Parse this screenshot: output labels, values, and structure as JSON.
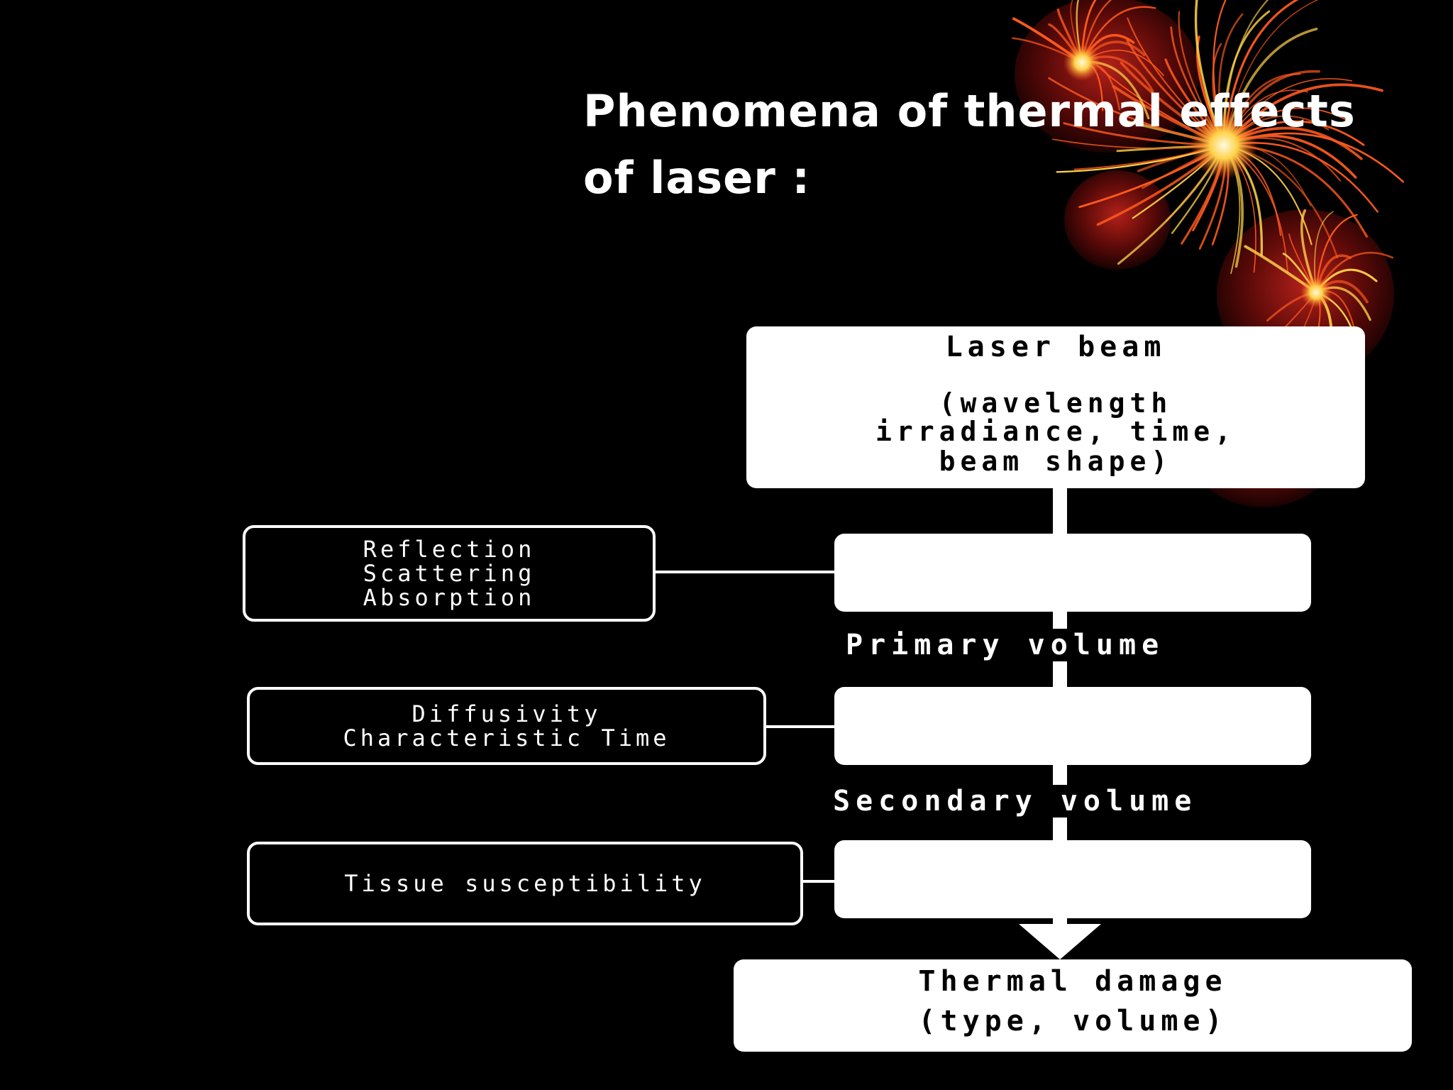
{
  "slide": {
    "title_line1": "Phenomena of thermal effects",
    "title_line2": "of laser :"
  },
  "diagram": {
    "laser_beam": {
      "heading": "Laser beam",
      "params_line1": "(wavelength",
      "params_line2": "irradiance, time,",
      "params_line3": "beam shape)"
    },
    "primary_volume_label": "Primary volume",
    "secondary_volume_label": "Secondary volume",
    "thermal_damage": {
      "line1": "Thermal damage",
      "line2": "(type, volume)"
    },
    "factors": {
      "optical_line1": "Reflection",
      "optical_line2": "Scattering",
      "optical_line3": "Absorption",
      "thermal_line1": "Diffusivity",
      "thermal_line2": "Characteristic Time",
      "tissue": "Tissue susceptibility"
    }
  },
  "colors": {
    "background": "#000000",
    "box": "#ffffff",
    "decor_primary": "#ff5a1e",
    "decor_secondary": "#ffd24a",
    "decor_orb": "#6a0c08"
  },
  "decoration": "firework-sparkle"
}
